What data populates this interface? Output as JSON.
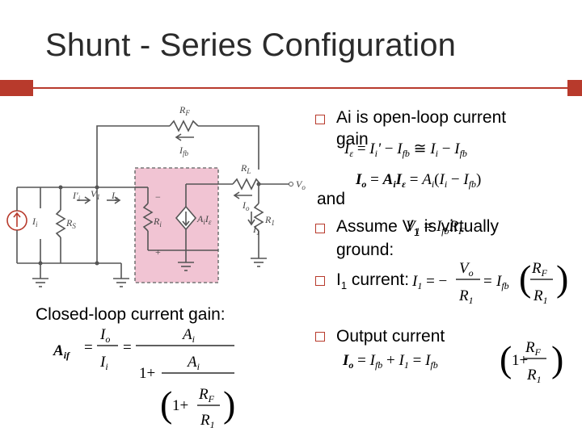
{
  "slide": {
    "title": "Shunt - Series Configuration",
    "closed_loop_label": "Closed-loop current gain:",
    "bullets": [
      {
        "line1": "Ai is open-loop current",
        "line2": "gain"
      },
      {
        "line1": "and"
      },
      {
        "line1": "Assume V",
        "line1_sub": "1",
        "line1_tail": " is virtually",
        "line2": "ground:"
      },
      {
        "line1": "I",
        "line1_sub": "1",
        "line1_tail": " current:"
      },
      {
        "line1": "Output current"
      }
    ]
  },
  "colors": {
    "accent": "#b83a2c",
    "amplifier_fill": "#f1c4d3",
    "circuit_line": "#555555"
  },
  "circuit": {
    "labels": {
      "rf": "R_F",
      "ifb": "I_fb",
      "rl": "R_L",
      "vo": "V_o",
      "io": "I_o",
      "ii_prime": "I'_i",
      "v1": "V_1",
      "ie": "I_ε",
      "ri": "R_i",
      "source": "A_iI_ε",
      "ii": "I_i",
      "rs": "R_S",
      "r1": "R_1",
      "i1": "I_1",
      "plus": "+",
      "minus": "−"
    }
  },
  "equations": {
    "ie": "I_ε = I_i' − I_fb ≅ I_i − I_fb",
    "io": "I_o = A_i I_ε = A_i (I_i − I_fb)",
    "v1": "V_1 = I_fb R_F",
    "i1": "I_1 = −V_o/R_1 = I_fb (R_F/R_1)",
    "io_total": "I_o = I_fb + I_1 = I_fb (1 + R_F/R_1)",
    "aif": "A_if = I_o/I_i = A_i / (1 + A_i/(1 + R_F/R_1))"
  }
}
